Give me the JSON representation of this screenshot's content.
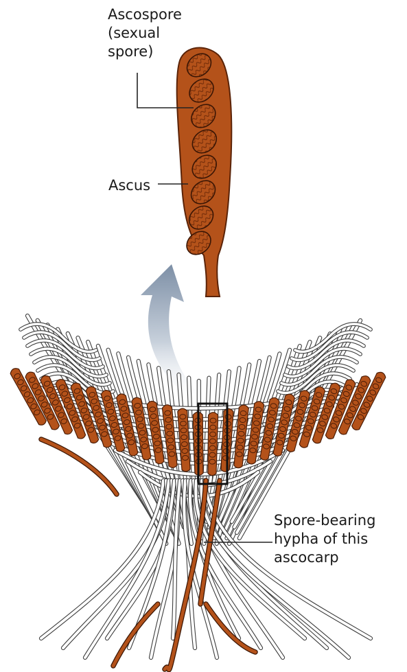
{
  "labels": {
    "ascospore": [
      "Ascospore",
      "(sexual",
      "spore)"
    ],
    "ascus": "Ascus",
    "hypha": [
      "Spore-bearing",
      "hypha of this",
      "ascocarp"
    ]
  },
  "colors": {
    "ascus_fill": "#b4521a",
    "ascus_dark": "#4a1c06",
    "hypha_outline": "#444444",
    "hypha_fill": "#ffffff",
    "arrow": "#8a9aae",
    "leader": "#222222"
  },
  "icons": {
    "arrow": "curved-arrow-icon",
    "highlight": "selection-box"
  }
}
